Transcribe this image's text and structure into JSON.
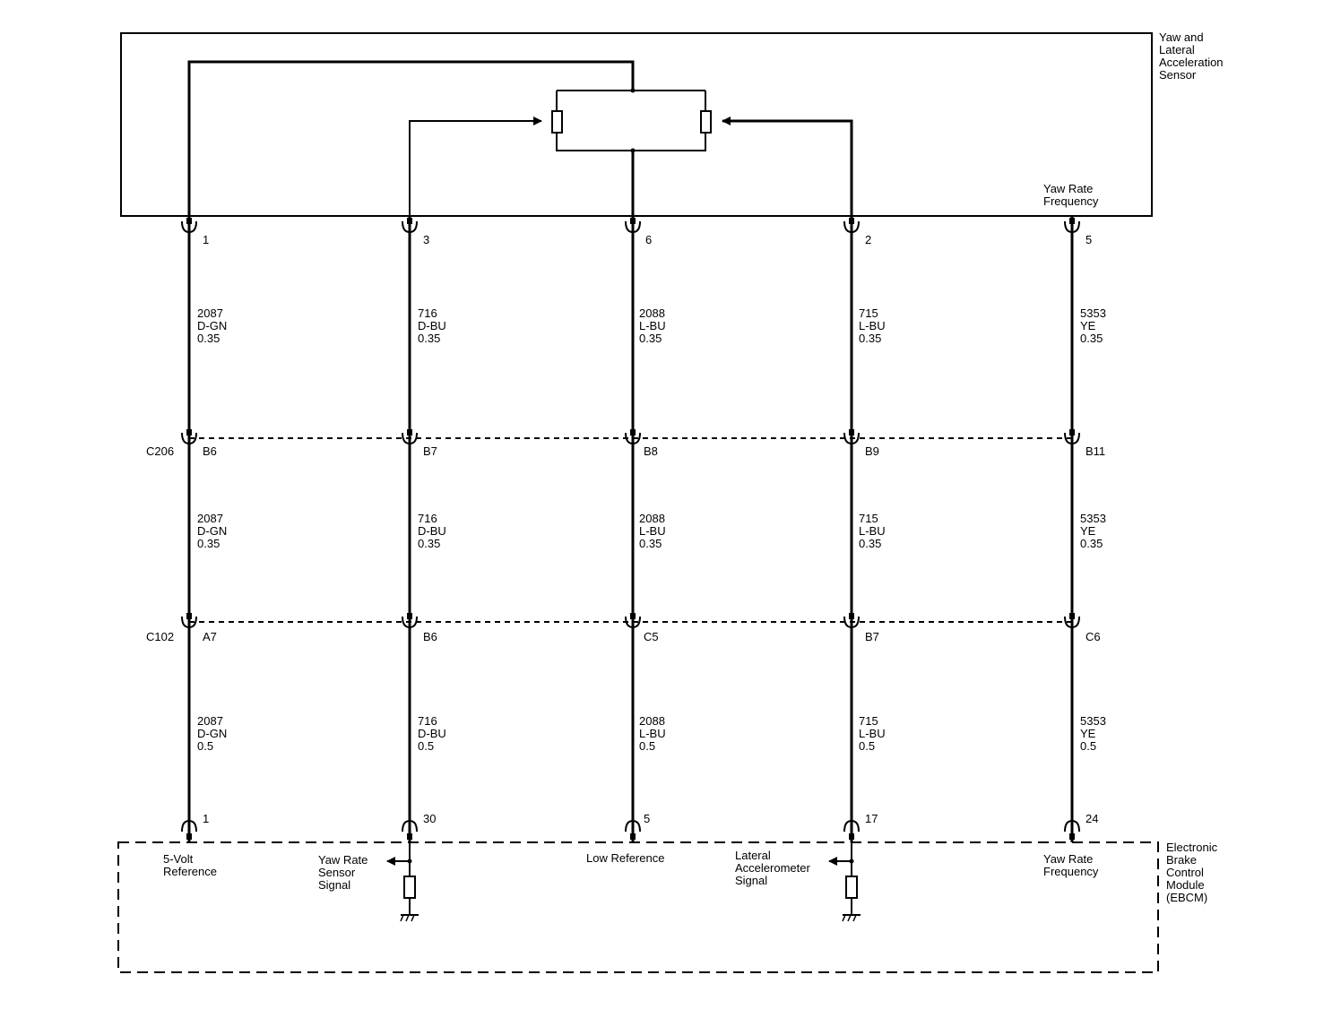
{
  "sensor": {
    "name_lines": [
      "Yaw and",
      "Lateral",
      "Acceleration",
      "Sensor"
    ],
    "yaw_rate_label": [
      "Yaw Rate",
      "Frequency"
    ],
    "pins": [
      "1",
      "3",
      "6",
      "2",
      "5"
    ]
  },
  "wires_top": [
    {
      "circuit": "2087",
      "color": "D-GN",
      "gauge": "0.35"
    },
    {
      "circuit": "716",
      "color": "D-BU",
      "gauge": "0.35"
    },
    {
      "circuit": "2088",
      "color": "L-BU",
      "gauge": "0.35"
    },
    {
      "circuit": "715",
      "color": "L-BU",
      "gauge": "0.35"
    },
    {
      "circuit": "5353",
      "color": "YE",
      "gauge": "0.35"
    }
  ],
  "c206": {
    "name": "C206",
    "pins": [
      "B6",
      "B7",
      "B8",
      "B9",
      "B11"
    ]
  },
  "wires_mid": [
    {
      "circuit": "2087",
      "color": "D-GN",
      "gauge": "0.35"
    },
    {
      "circuit": "716",
      "color": "D-BU",
      "gauge": "0.35"
    },
    {
      "circuit": "2088",
      "color": "L-BU",
      "gauge": "0.35"
    },
    {
      "circuit": "715",
      "color": "L-BU",
      "gauge": "0.35"
    },
    {
      "circuit": "5353",
      "color": "YE",
      "gauge": "0.35"
    }
  ],
  "c102": {
    "name": "C102",
    "pins": [
      "A7",
      "B6",
      "C5",
      "B7",
      "C6"
    ]
  },
  "wires_bot": [
    {
      "circuit": "2087",
      "color": "D-GN",
      "gauge": "0.5"
    },
    {
      "circuit": "716",
      "color": "D-BU",
      "gauge": "0.5"
    },
    {
      "circuit": "2088",
      "color": "L-BU",
      "gauge": "0.5"
    },
    {
      "circuit": "715",
      "color": "L-BU",
      "gauge": "0.5"
    },
    {
      "circuit": "5353",
      "color": "YE",
      "gauge": "0.5"
    }
  ],
  "ebcm": {
    "name_lines": [
      "Electronic",
      "Brake",
      "Control",
      "Module",
      "(EBCM)"
    ],
    "pins": [
      "1",
      "30",
      "5",
      "17",
      "24"
    ],
    "five_volt": [
      "5-Volt",
      "Reference"
    ],
    "yaw_sensor_signal": [
      "Yaw Rate",
      "Sensor",
      "Signal"
    ],
    "low_reference": "Low Reference",
    "lateral_signal": [
      "Lateral",
      "Accelerometer",
      "Signal"
    ],
    "yaw_rate_freq": [
      "Yaw Rate",
      "Frequency"
    ]
  }
}
